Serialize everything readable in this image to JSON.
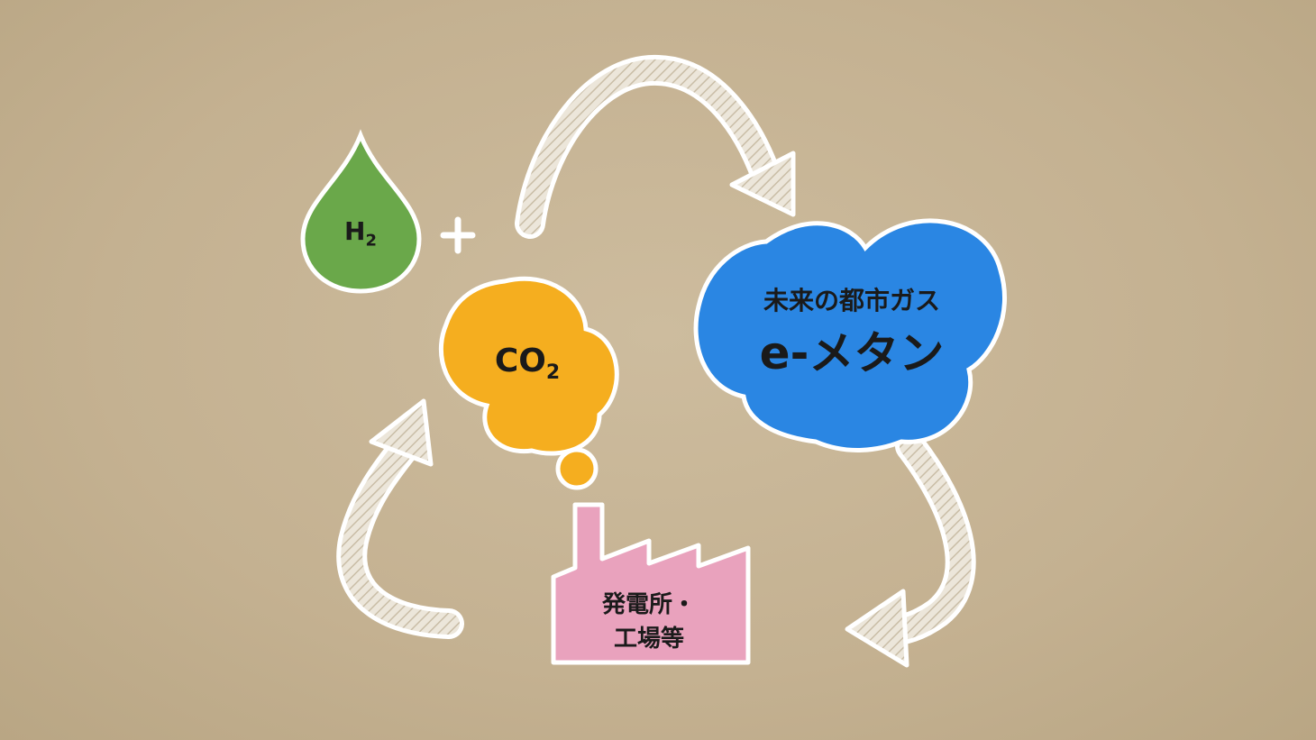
{
  "hydrogen": {
    "label": "H",
    "subscript": "2"
  },
  "plus": "+",
  "co2": {
    "label": "CO",
    "subscript": "2"
  },
  "methane": {
    "subtitle": "未来の都市ガス",
    "title": "e-メタン"
  },
  "factory": {
    "line1": "発電所・",
    "line2": "工場等"
  },
  "colors": {
    "background": "#c7b495",
    "hydrogen": "#6aa84a",
    "co2": "#f5ae1f",
    "methane": "#2a86e3",
    "factory": "#e9a2bd",
    "outline": "#ffffff"
  }
}
